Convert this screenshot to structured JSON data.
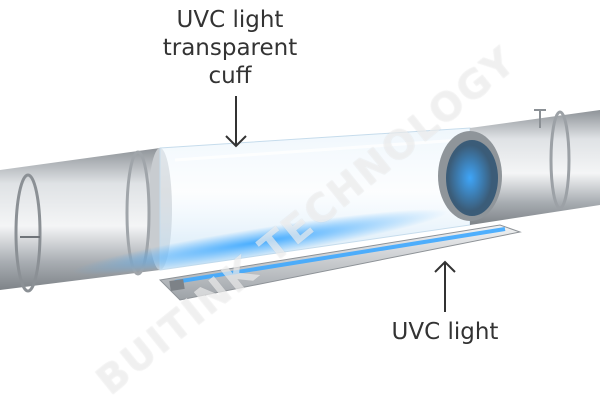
{
  "labels": {
    "cuff_line1": "UVC light",
    "cuff_line2": "transparent",
    "cuff_line3": "cuff",
    "uvc_light": "UVC light"
  },
  "watermark": "BUITINK TECHNOLOGY",
  "colors": {
    "uvc_glow": "#3fa9ff",
    "duct_metal": "#b9bdc1",
    "text": "#333333"
  }
}
